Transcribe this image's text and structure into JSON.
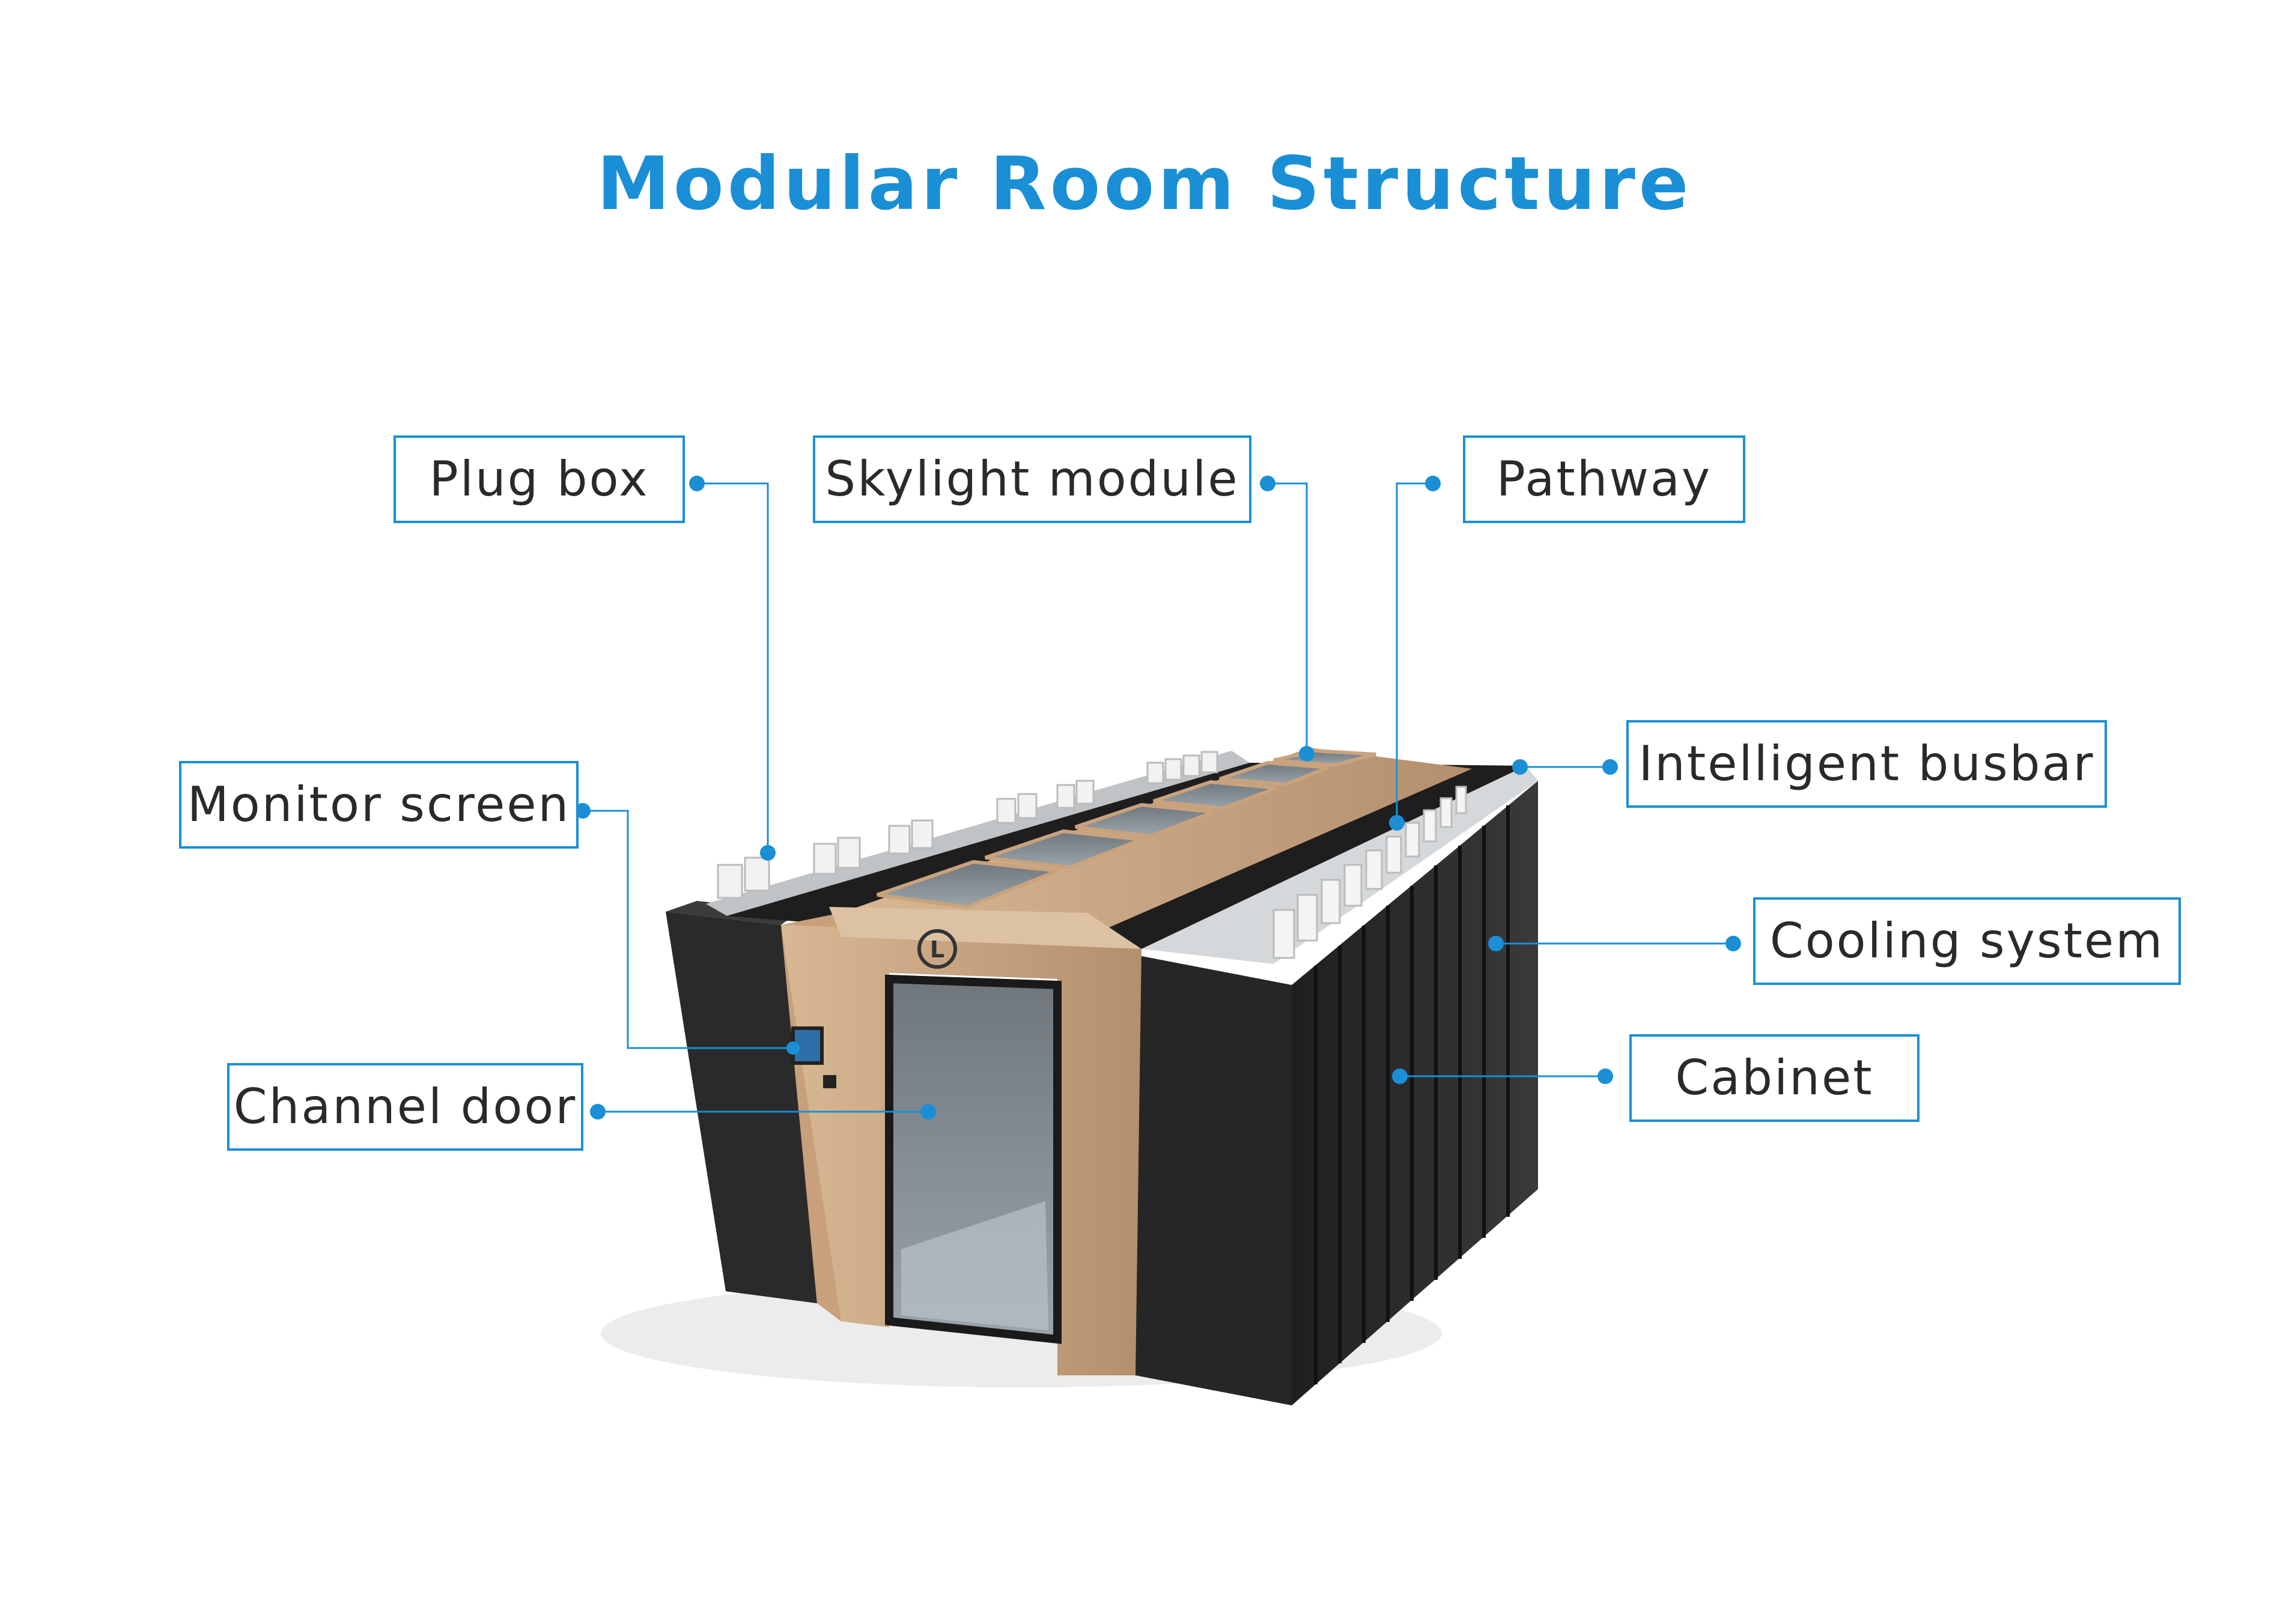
{
  "title": "Modular Room Structure",
  "labels": {
    "plug_box": "Plug  box",
    "skylight_module": "Skylight  module",
    "pathway": "Pathway",
    "monitor_screen": "Monitor screen",
    "intelligent_busbar": "Intelligent  busbar",
    "cooling_system": "Cooling  system",
    "channel_door": "Channel door",
    "cabinet": "Cabinet"
  },
  "colors": {
    "accent": "#1a8fd6",
    "cabinet": "#2b2b2b",
    "door_frame": "#c9a27e",
    "skylight": "#8a9aa3"
  }
}
